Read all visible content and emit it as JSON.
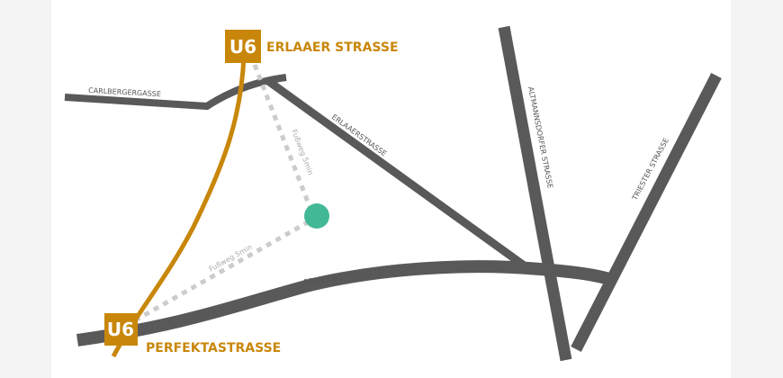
{
  "colors": {
    "road": "#595959",
    "subway": "#c8870a",
    "walk": "#cccccc",
    "destination": "#43b897",
    "background": "#ffffff"
  },
  "stations": [
    {
      "line": "U6",
      "name": "ERLAAER STRASSE"
    },
    {
      "line": "U6",
      "name": "PERFEKTASTRASSE"
    }
  ],
  "streets": {
    "carlbergergasse": "CARLBERGERGASSE",
    "erlaaerstrasse": "ERLAAERSTRASSE",
    "perfektastrasse": "PERFEKTASTRASSE",
    "altmannsdorfer": "ALTMANNSDORFER STRASSE",
    "triester": "TRIESTER STRASSE"
  },
  "walks": [
    {
      "label": "Fußweg 5min"
    },
    {
      "label": "Fußweg 5min"
    }
  ]
}
